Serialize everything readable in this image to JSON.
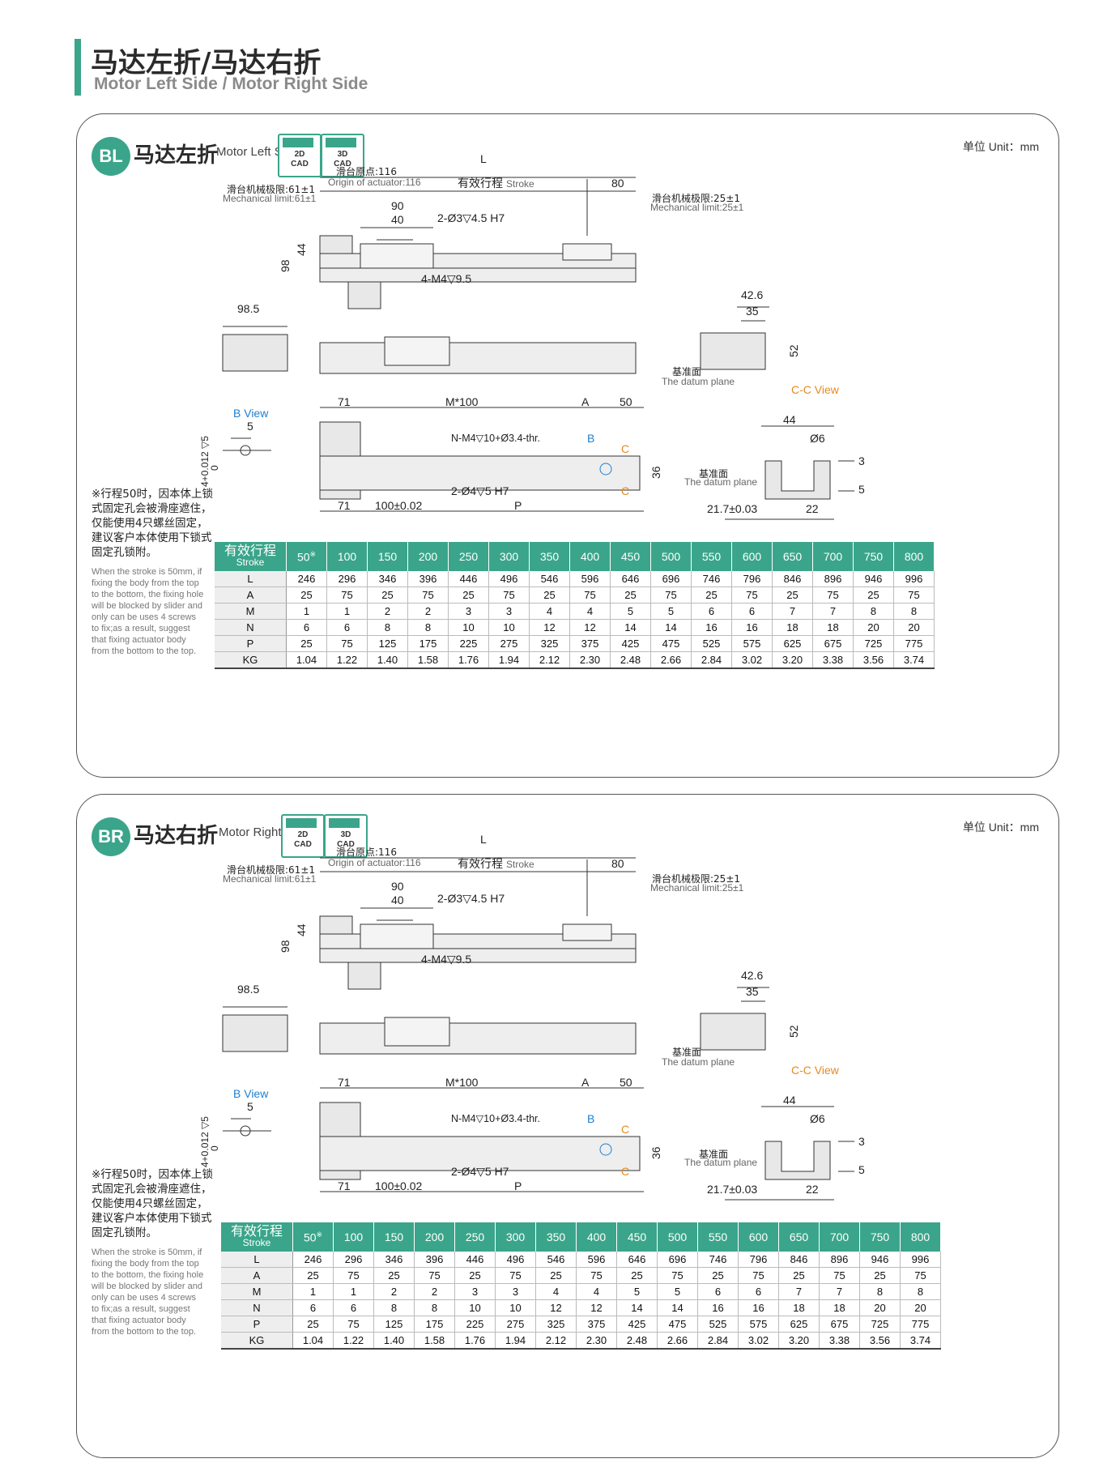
{
  "header": {
    "title_cn": "马达左折/马达右折",
    "title_en": "Motor Left Side / Motor Right Side"
  },
  "icons": [
    "cad-2d-icon",
    "cad-3d-icon"
  ],
  "colors": {
    "accent": "#3aa58a",
    "cc_view": "#e58a1f",
    "b_view": "#1f7fd0"
  },
  "sections": [
    {
      "badge": "BL",
      "title_cn": "马达左折",
      "title_en": "Motor Left Side",
      "cad2d": "2D\nCAD",
      "cad3d": "3D\nCAD",
      "unit": "单位 Unit：mm",
      "labels": {
        "L": "L",
        "origin_cn": "滑台原点:116",
        "origin_en": "Origin of actuator:116",
        "stroke_cn": "有效行程",
        "stroke_en": "Stroke",
        "d80": "80",
        "d90": "90",
        "d40": "40",
        "holes1": "2-Ø3▽4.5 H7",
        "holes2": "4-M4▽9.5",
        "d44": "44",
        "d98": "98",
        "mech_left_cn": "滑台机械极限:61±1",
        "mech_left_en": "Mechanical limit:61±1",
        "mech_right_cn": "滑台机械极限:25±1",
        "mech_right_en": "Mechanical limit:25±1",
        "d985": "98.5",
        "d426": "42.6",
        "d35": "35",
        "d52": "52",
        "datum_cn": "基准面",
        "datum_en": "The datum plane",
        "cc_view": "C-C View",
        "b_view": "B View",
        "d5": "5",
        "tol": "4+0.012 ▽5",
        "tol0": "0",
        "d71": "71",
        "m100": "M*100",
        "dA": "A",
        "d50": "50",
        "nm4": "N-M4▽10+Ø3.4-thr.",
        "B": "B",
        "C": "C",
        "d36": "36",
        "holes3": "2-Ø4▽5 H7",
        "d100": "100±0.02",
        "P": "P",
        "d44b": "44",
        "d6": "Ø6",
        "d3": "3",
        "d5b": "5",
        "d217": "21.7±0.03",
        "d22": "22"
      },
      "note_cn": "※行程50时，因本体上锁式固定孔会被滑座遮住，仅能使用4只螺丝固定，建议客户本体使用下锁式固定孔锁附。",
      "note_en": "When the stroke is 50mm, if fixing the body from the top to the bottom, the fixing hole will be blocked by slider and only can be uses 4 screws to fix;as a result, suggest that fixing actuator body from the bottom to the top."
    },
    {
      "badge": "BR",
      "title_cn": "马达右折",
      "title_en": "Motor Right Side",
      "cad2d": "2D\nCAD",
      "cad3d": "3D\nCAD",
      "unit": "单位 Unit：mm",
      "labels": {
        "L": "L",
        "origin_cn": "滑台原点:116",
        "origin_en": "Origin of actuator:116",
        "stroke_cn": "有效行程",
        "stroke_en": "Stroke",
        "d80": "80",
        "d90": "90",
        "d40": "40",
        "holes1": "2-Ø3▽4.5 H7",
        "holes2": "4-M4▽9.5",
        "d44": "44",
        "d98": "98",
        "mech_left_cn": "滑台机械极限:61±1",
        "mech_left_en": "Mechanical limit:61±1",
        "mech_right_cn": "滑台机械极限:25±1",
        "mech_right_en": "Mechanical limit:25±1",
        "d985": "98.5",
        "d426": "42.6",
        "d35": "35",
        "d52": "52",
        "datum_cn": "基准面",
        "datum_en": "The datum plane",
        "cc_view": "C-C View",
        "b_view": "B View",
        "d5": "5",
        "tol": "4+0.012 ▽5",
        "tol0": "0",
        "d71": "71",
        "m100": "M*100",
        "dA": "A",
        "d50": "50",
        "nm4": "N-M4▽10+Ø3.4-thr.",
        "B": "B",
        "C": "C",
        "d36": "36",
        "holes3": "2-Ø4▽5 H7",
        "d100": "100±0.02",
        "P": "P",
        "d44b": "44",
        "d6": "Ø6",
        "d3": "3",
        "d5b": "5",
        "d217": "21.7±0.03",
        "d22": "22"
      },
      "note_cn": "※行程50时，因本体上锁式固定孔会被滑座遮住，仅能使用4只螺丝固定，建议客户本体使用下锁式固定孔锁附。",
      "note_en": "When the stroke is 50mm, if fixing the body from the top to the bottom, the fixing hole will be blocked by slider and only can be uses 4 screws to fix;as a result, suggest that fixing actuator body from the bottom to the top."
    }
  ],
  "table": {
    "header_cn": "有效行程",
    "header_en": "Stroke",
    "star": "※",
    "strokes": [
      "50",
      "100",
      "150",
      "200",
      "250",
      "300",
      "350",
      "400",
      "450",
      "500",
      "550",
      "600",
      "650",
      "700",
      "750",
      "800"
    ],
    "rows": [
      {
        "label": "L",
        "values": [
          "246",
          "296",
          "346",
          "396",
          "446",
          "496",
          "546",
          "596",
          "646",
          "696",
          "746",
          "796",
          "846",
          "896",
          "946",
          "996"
        ]
      },
      {
        "label": "A",
        "values": [
          "25",
          "75",
          "25",
          "75",
          "25",
          "75",
          "25",
          "75",
          "25",
          "75",
          "25",
          "75",
          "25",
          "75",
          "25",
          "75"
        ]
      },
      {
        "label": "M",
        "values": [
          "1",
          "1",
          "2",
          "2",
          "3",
          "3",
          "4",
          "4",
          "5",
          "5",
          "6",
          "6",
          "7",
          "7",
          "8",
          "8"
        ]
      },
      {
        "label": "N",
        "values": [
          "6",
          "6",
          "8",
          "8",
          "10",
          "10",
          "12",
          "12",
          "14",
          "14",
          "16",
          "16",
          "18",
          "18",
          "20",
          "20"
        ]
      },
      {
        "label": "P",
        "values": [
          "25",
          "75",
          "125",
          "175",
          "225",
          "275",
          "325",
          "375",
          "425",
          "475",
          "525",
          "575",
          "625",
          "675",
          "725",
          "775"
        ]
      },
      {
        "label": "KG",
        "values": [
          "1.04",
          "1.22",
          "1.40",
          "1.58",
          "1.76",
          "1.94",
          "2.12",
          "2.30",
          "2.48",
          "2.66",
          "2.84",
          "3.02",
          "3.20",
          "3.38",
          "3.56",
          "3.74"
        ]
      }
    ]
  }
}
